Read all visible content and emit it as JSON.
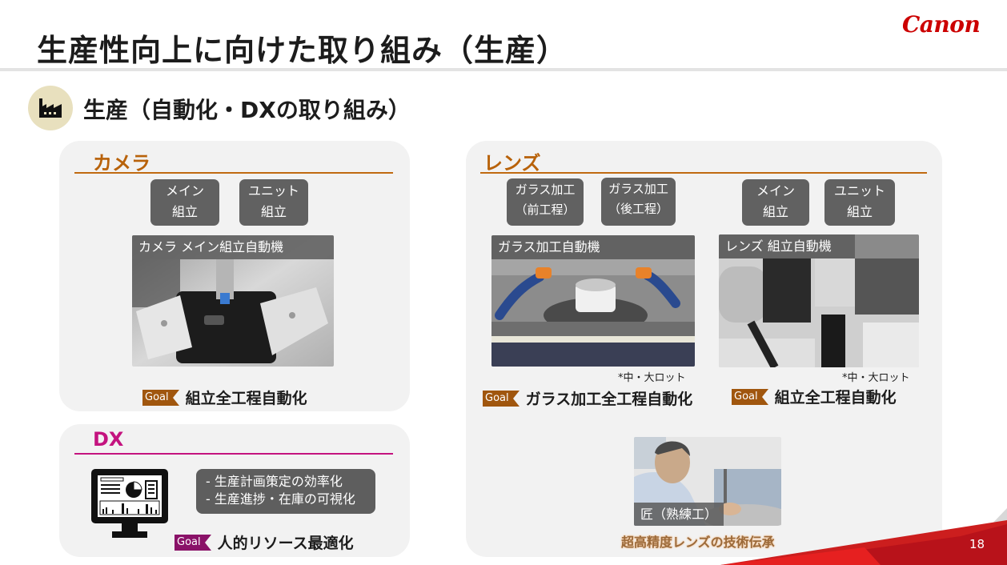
{
  "header": {
    "title": "生産性向上に向けた取り組み（生産）",
    "logo": "Canon"
  },
  "section": {
    "icon": "factory-icon",
    "title": "生産（自動化・DXの取り組み）"
  },
  "camera": {
    "title": "カメラ",
    "chips": [
      {
        "line1": "メイン",
        "line2": "組立"
      },
      {
        "line1": "ユニット",
        "line2": "組立"
      }
    ],
    "photo_label": "カメラ メイン組立自動機",
    "goal_badge": "Goal",
    "goal_text": "組立全工程自動化"
  },
  "dx": {
    "title": "DX",
    "icon": "monitor-dashboard-icon",
    "items": [
      "- 生産計画策定の効率化",
      "- 生産進捗・在庫の可視化"
    ],
    "goal_badge": "Goal",
    "goal_text": "人的リソース最適化"
  },
  "lens": {
    "title": "レンズ",
    "chips": [
      {
        "line1": "ガラス加工",
        "line2": "（前工程）"
      },
      {
        "line1": "ガラス加工",
        "line2": "（後工程）"
      },
      {
        "line1": "メイン",
        "line2": "組立"
      },
      {
        "line1": "ユニット",
        "line2": "組立"
      }
    ],
    "glass_photo_label": "ガラス加工自動機",
    "glass_note": "*中・大ロット",
    "glass_goal_badge": "Goal",
    "glass_goal_text": "ガラス加工全工程自動化",
    "assembly_photo_label": "レンズ  組立自動機",
    "assembly_note": "*中・大ロット",
    "assembly_goal_badge": "Goal",
    "assembly_goal_text": "組立全工程自動化",
    "craft_photo_label": "匠（熟練工）",
    "craft_caption": "超高精度レンズの技術伝承"
  },
  "footer": {
    "page_number": "18"
  },
  "colors": {
    "brand_red": "#cc0000",
    "camera_lens_accent": "#b8620a",
    "dx_accent": "#c4137f",
    "goal_brown": "#a0560e",
    "goal_purple": "#8a1268",
    "panel_bg": "#f2f2f2",
    "chip_gray": "#616161"
  }
}
